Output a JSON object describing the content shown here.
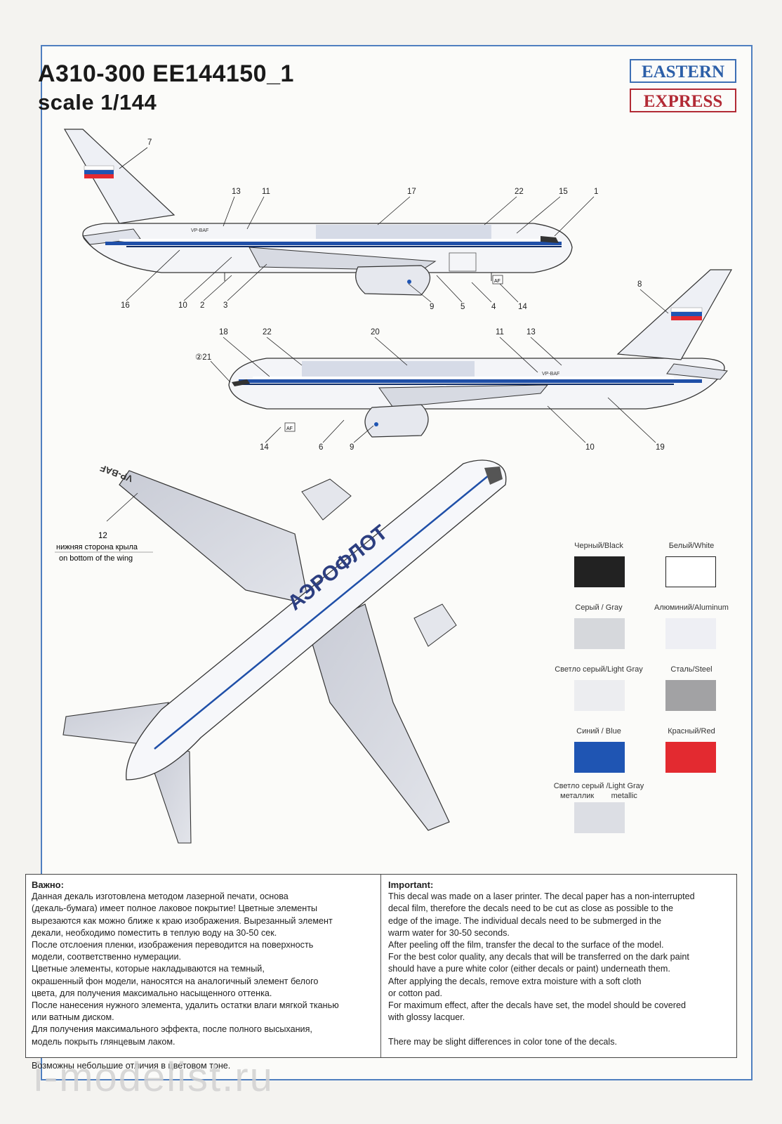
{
  "header": {
    "title": "A310-300  EE144150_1",
    "scale": "scale 1/144"
  },
  "logo": {
    "line1": "EASTERN",
    "line2": "EXPRESS"
  },
  "callouts_side1": [
    "7",
    "13",
    "11",
    "17",
    "22",
    "15",
    "1",
    "16",
    "10",
    "2",
    "3",
    "9",
    "5",
    "4",
    "14"
  ],
  "callouts_side2": [
    "8",
    "18",
    "22",
    "20",
    "11",
    "13",
    "②21",
    "14",
    "6",
    "9",
    "10",
    "19"
  ],
  "aircraft": {
    "registration": "VP-BAF",
    "airline_text": "АЭРОФЛОТ",
    "tag": "AF"
  },
  "wing_note": {
    "number": "12",
    "ru": "нижняя сторона крыла",
    "en": "on bottom of the wing"
  },
  "colors": [
    {
      "label": "Черный/Black",
      "hex": "#222222"
    },
    {
      "label": "Белый/White",
      "hex": "#ffffff"
    },
    {
      "label": "Серый / Gray",
      "hex": "#d6d8dc"
    },
    {
      "label": "Алюминий/Aluminum",
      "hex": "#eeeff4"
    },
    {
      "label": "Светло серый/Light Gray",
      "hex": "#ecedf0"
    },
    {
      "label": "Сталь/Steel",
      "hex": "#a2a2a4"
    },
    {
      "label": "Синий / Blue",
      "hex": "#1f55b3"
    },
    {
      "label": "Красный/Red",
      "hex": "#e32a30"
    },
    {
      "label": "Светло серый /Light Gray металлик        metallic",
      "hex": "#dcdee4"
    }
  ],
  "notes": {
    "ru_head": "Важно:",
    "ru_lines": [
      "Данная декаль изготовлена методом лазерной печати, основа",
      "(декаль-бумага) имеет полное лаковое покрытие!  Цветные элементы",
      "вырезаются как можно ближе к краю изображения. Вырезанный элемент",
      "декали, необходимо поместить в теплую воду на 30-50 сек.",
      "После отслоения пленки, изображения переводится на поверхность",
      "модели, соответственно нумерации.",
      "Цветные элементы, которые накладываются на темный,",
      "окрашенный фон модели, наносятся на аналогичный элемент белого",
      "цвета, для получения максимально насыщенного оттенка.",
      "После нанесения нужного элемента, удалить остатки влаги мягкой тканью",
      "или ватным диском.",
      "Для получения максимального эффекта, после полного высыхания,",
      "модель покрыть глянцевым лаком.",
      "",
      "Возможны небольшие отличия в цветовом тоне."
    ],
    "en_head": "Important:",
    "en_lines": [
      "This decal was made on a laser printer. The decal paper has a non-interrupted",
      "decal film, therefore the decals need to be cut as close as possible to the",
      "edge of the image. The individual decals need to be submerged in the",
      "warm water for 30-50 seconds.",
      "After peeling off the film, transfer the decal to the surface of the model.",
      "For the best color quality, any decals that will be transferred on the dark paint",
      "should have a pure white color (either decals or paint) underneath them.",
      "After applying the decals, remove extra moisture with a soft cloth",
      "or cotton pad.",
      "For maximum effect, after the decals have set, the model should be covered",
      "with glossy lacquer.",
      "",
      "There may be slight differences in color tone of the decals."
    ]
  },
  "watermark": "i-modelist.ru"
}
